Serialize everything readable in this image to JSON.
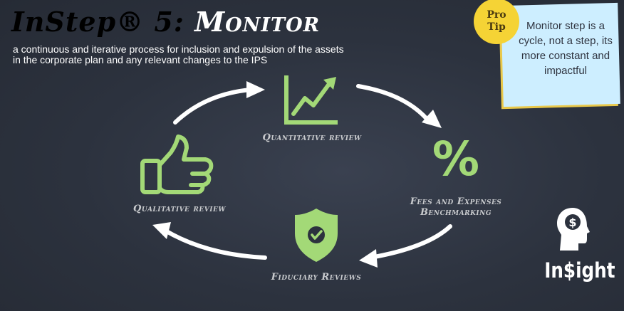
{
  "title": {
    "prefix": "InStep® 5:",
    "step": "Monitor"
  },
  "subtitle": "a continuous and iterative process for inclusion and expulsion of the assets in the corporate plan and any relevant changes to the IPS",
  "cycle": {
    "steps": [
      {
        "label": "Quantitative review",
        "icon": "line-chart-icon"
      },
      {
        "label": "Fees and Expenses\nBenchmarking",
        "icon": "percent-icon",
        "symbol": "%"
      },
      {
        "label": "Fiduciary Reviews",
        "icon": "shield-check-icon"
      },
      {
        "label": "Qualitative review",
        "icon": "thumbs-up-icon"
      }
    ]
  },
  "protip": {
    "badge_line1": "Pro",
    "badge_line2": "Tip",
    "text": "Monitor step is a cycle, not a step, its more constant and impactful"
  },
  "logo": {
    "icon": "head-dollar-icon",
    "text": "In$ight"
  },
  "colors": {
    "background": "#2c323e",
    "accent_green": "#a3d977",
    "label_gray": "#c9cbce",
    "protip_blue": "#cdeeff",
    "protip_yellow": "#f5d335"
  }
}
